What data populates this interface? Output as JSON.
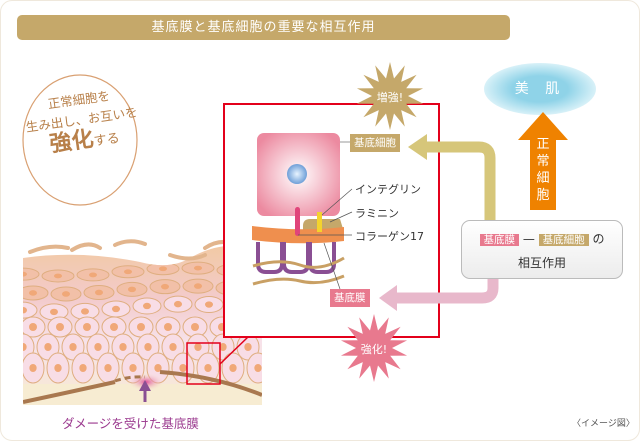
{
  "title": "基底膜と基底細胞の重要な相互作用",
  "circle_message": {
    "line1": "正常細胞を",
    "line2": "生み出し、お互いを",
    "emphasis": "強化",
    "suffix": "する"
  },
  "bursts": {
    "top": "増強!",
    "bottom": "強化!"
  },
  "beautiful_skin": "美 肌",
  "normal_cells_arrow": [
    "正",
    "常",
    "細",
    "胞"
  ],
  "labels": {
    "basal_cell": "基底細胞",
    "basement_membrane": "基底膜"
  },
  "callouts": {
    "integrin": "インテグリン",
    "laminin": "ラミニン",
    "collagen17": "コラーゲン17"
  },
  "interaction_box": {
    "membrane": "基底膜",
    "dash": "—",
    "cell": "基底細胞",
    "particle": "の",
    "line2": "相互作用"
  },
  "damage_label": "ダメージを受けた基底膜",
  "image_note": "〈イメージ図〉",
  "colors": {
    "gold": "#c5a86a",
    "pink": "#e8798e",
    "red": "#e3001b",
    "orange": "#ef8200",
    "sky": "#8fd3e8",
    "purple": "#8a4f93"
  }
}
